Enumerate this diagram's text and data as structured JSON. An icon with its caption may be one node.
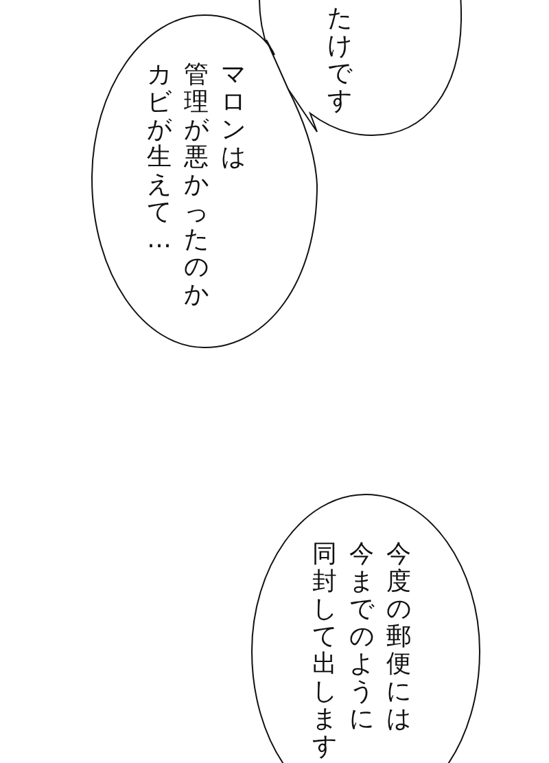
{
  "diagram": {
    "nodes": [
      {
        "text": [
          "たけです"
        ]
      },
      {
        "text": [
          "マロンは管理が悪かったのかカビが生えて…"
        ]
      },
      {
        "text": [
          "今度の郵便には今までのように同封して出します"
        ]
      }
    ]
  }
}
